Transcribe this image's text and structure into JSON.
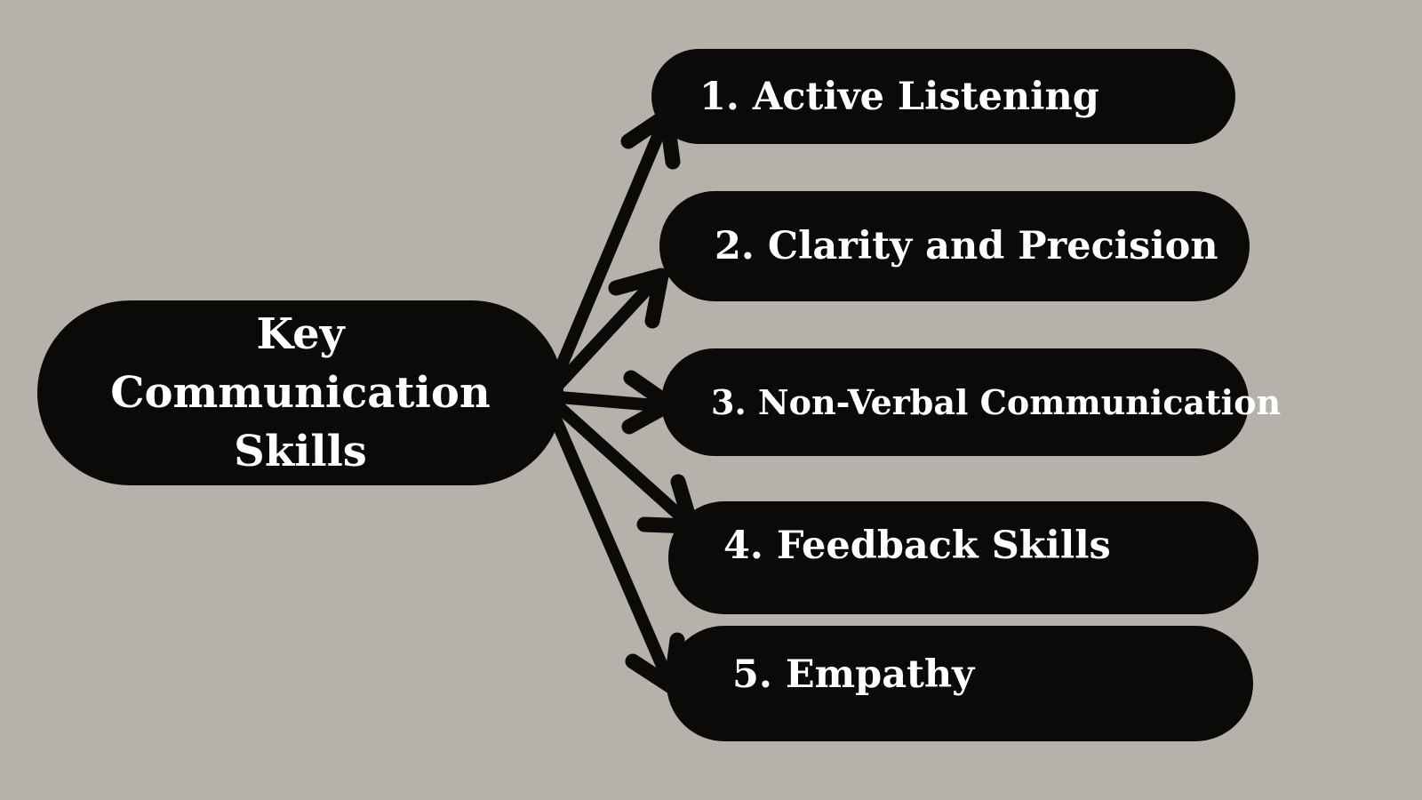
{
  "diagram": {
    "center_node": {
      "label": "Key Communication Skills"
    },
    "items": [
      {
        "label": "1. Active Listening"
      },
      {
        "label": "2. Clarity and Precision"
      },
      {
        "label": "3. Non-Verbal Communication"
      },
      {
        "label": "4. Feedback Skills"
      },
      {
        "label": "5. Empathy"
      }
    ],
    "colors": {
      "background": "#b5b2ab",
      "node_fill": "#0b0a08",
      "node_text": "#ffffff",
      "arrow": "#0b0a08"
    }
  }
}
